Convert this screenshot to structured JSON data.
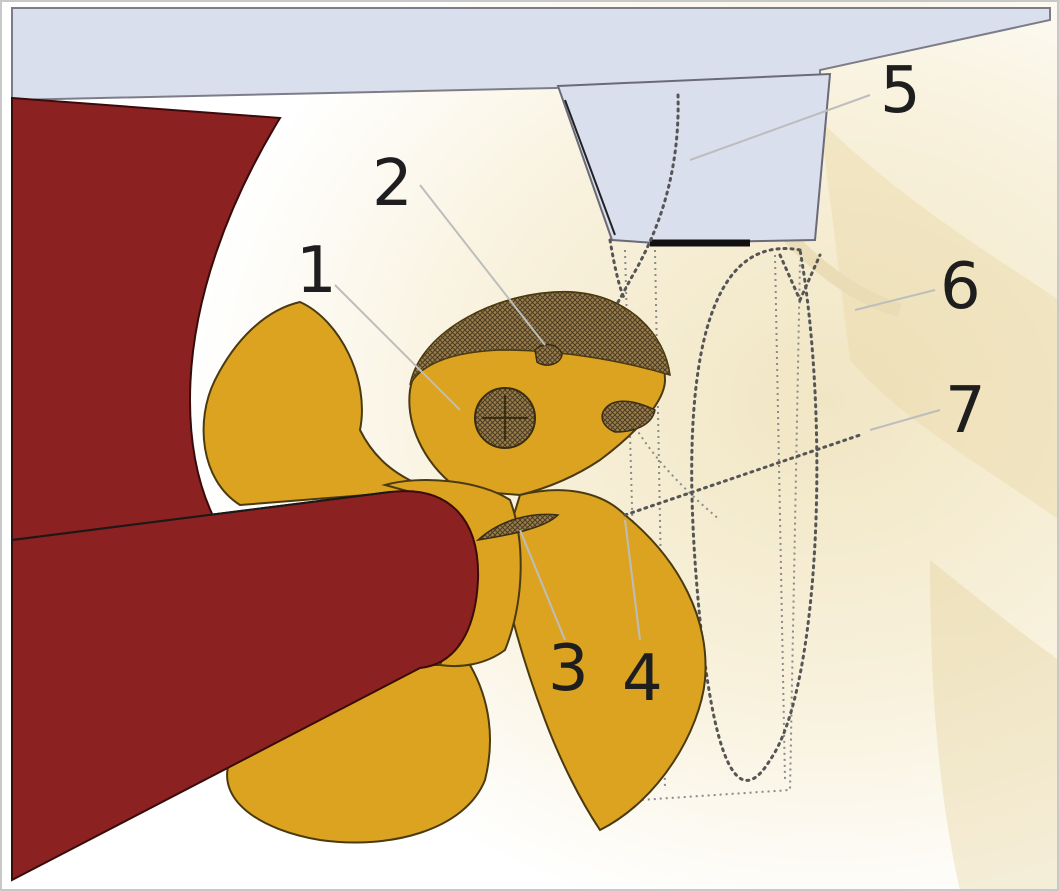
{
  "callouts": [
    {
      "id": "1",
      "label": "1"
    },
    {
      "id": "2",
      "label": "2"
    },
    {
      "id": "3",
      "label": "3"
    },
    {
      "id": "4",
      "label": "4"
    },
    {
      "id": "5",
      "label": "5"
    },
    {
      "id": "6",
      "label": "6"
    },
    {
      "id": "7",
      "label": "7"
    }
  ],
  "colors": {
    "hull": "#8b2121",
    "propeller": "#dca320",
    "propeller_edge": "#5a4512",
    "skeg": "#dadfee",
    "background_tint": "#f4ecd2",
    "hatch": "#7a6a4a"
  }
}
